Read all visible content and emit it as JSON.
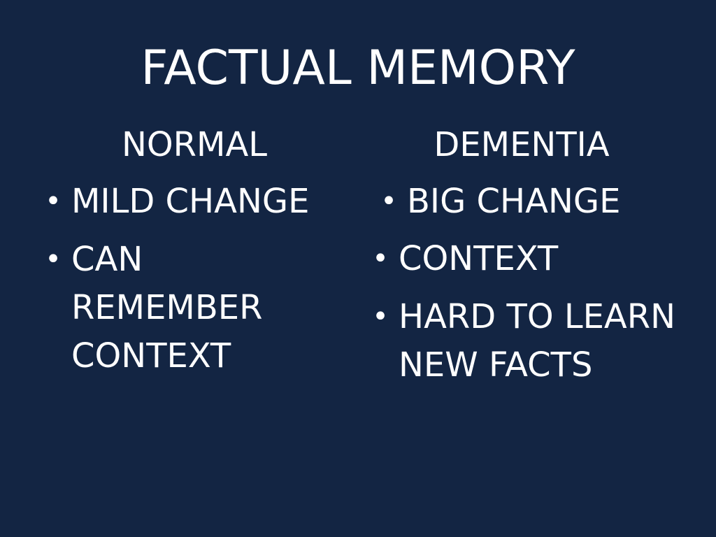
{
  "slide": {
    "title": "FACTUAL MEMORY",
    "columns": [
      {
        "heading": "NORMAL",
        "items": [
          "MILD CHANGE",
          "CAN REMEMBER CONTEXT"
        ]
      },
      {
        "heading": "DEMENTIA",
        "items": [
          "BIG CHANGE",
          "CONTEXT",
          "HARD TO LEARN NEW FACTS"
        ]
      }
    ],
    "bullet_glyph": "•",
    "colors": {
      "background": "#132543",
      "text": "#ffffff"
    }
  }
}
